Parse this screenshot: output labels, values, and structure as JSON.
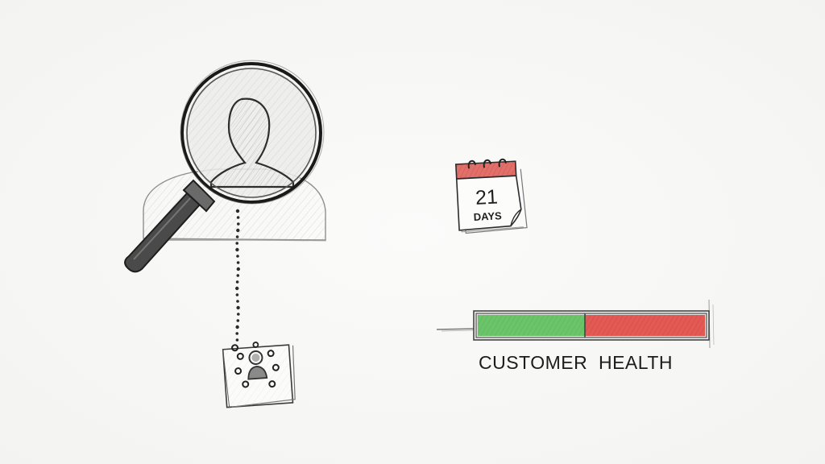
{
  "calendar": {
    "number": "21",
    "unit": "DAYS"
  },
  "health": {
    "label": "CUSTOMER  HEALTH",
    "good_fraction": 0.47,
    "colors": {
      "good": "#6cc46a",
      "bad": "#e35a55"
    }
  },
  "icons": {
    "search": "magnifying-glass-person-icon",
    "calendar": "calendar-icon",
    "profile_card": "profile-card-icon"
  }
}
